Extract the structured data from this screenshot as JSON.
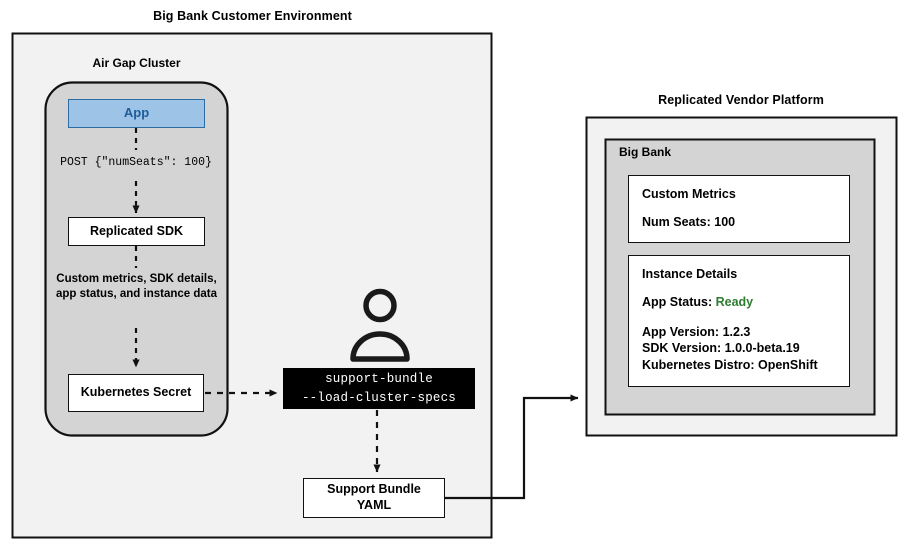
{
  "diagram": {
    "type": "architecture-flow",
    "titles": {
      "left": "Big Bank Customer Environment",
      "right": "Replicated Vendor Platform"
    },
    "left_environment": {
      "label": "Big Bank Customer Environment",
      "cluster": {
        "label": "Air Gap Cluster",
        "nodes": [
          {
            "id": "app",
            "label": "App",
            "style": "blue"
          },
          {
            "id": "sdk",
            "label": "Replicated SDK",
            "style": "white"
          },
          {
            "id": "secret",
            "label": "Kubernetes Secret",
            "style": "white"
          }
        ],
        "edges": [
          {
            "from": "app",
            "to": "sdk",
            "label": "POST {\"numSeats\": 100}",
            "style": "dashed",
            "label_font": "mono"
          },
          {
            "from": "sdk",
            "to": "secret",
            "label": "Custom metrics, SDK details, app status, and instance data",
            "style": "dashed",
            "label_font": "sans-bold"
          }
        ]
      },
      "actor": {
        "name": "user-person",
        "icon": "person-icon"
      },
      "terminal": {
        "line1": "support-bundle",
        "line2": "--load-cluster-specs"
      },
      "output": {
        "line1": "Support Bundle",
        "line2": "YAML"
      }
    },
    "right_platform": {
      "label": "Replicated Vendor Platform",
      "customer": {
        "label": "Big Bank"
      },
      "cards": [
        {
          "title": "Custom Metrics",
          "rows": [
            {
              "text": "Num Seats: 100"
            }
          ]
        },
        {
          "title": "Instance Details",
          "rows": [
            {
              "label": "App Status: ",
              "value": "Ready",
              "value_color": "#2e7d32",
              "spaced": false
            },
            {
              "text": "App Version: 1.2.3",
              "spaced": true
            },
            {
              "text": "SDK Version: 1.0.0-beta.19",
              "spaced": false
            },
            {
              "text": "Kubernetes Distro: OpenShift",
              "spaced": false
            }
          ]
        }
      ]
    },
    "colors": {
      "environment_bg": "#f2f2f2",
      "cluster_bg": "#d4d4d4",
      "customer_bg": "#d4d4d4",
      "app_fill": "#9dc3e6",
      "app_border": "#2e6da4",
      "app_text": "#1f5c99",
      "terminal_bg": "#000000",
      "terminal_text": "#ffffff",
      "status_ready": "#2e7d32",
      "stroke": "#111111"
    }
  }
}
